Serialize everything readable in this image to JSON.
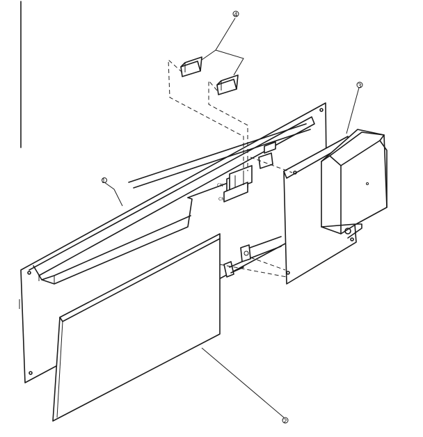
{
  "callouts": [
    {
      "id": "callout-1",
      "text": "1"
    },
    {
      "id": "callout-2",
      "text": "2"
    },
    {
      "id": "callout-3",
      "text": "3"
    },
    {
      "id": "callout-4",
      "text": "4"
    }
  ],
  "connector_marks": {
    "upper": "CN",
    "lower": "CN"
  }
}
